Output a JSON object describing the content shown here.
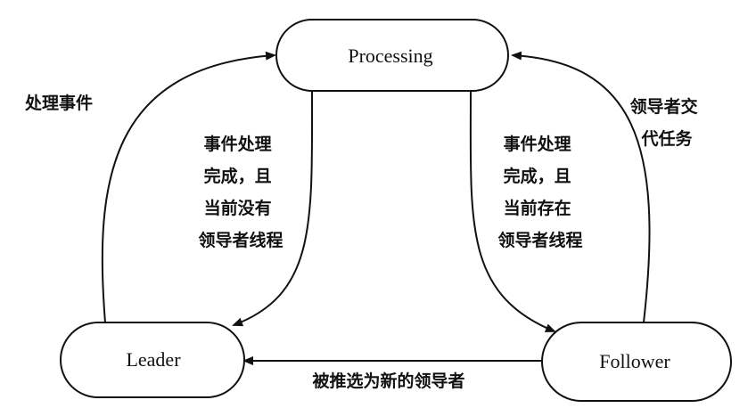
{
  "nodes": {
    "processing": {
      "label": "Processing"
    },
    "leader": {
      "label": "Leader"
    },
    "follower": {
      "label": "Follower"
    }
  },
  "edges": {
    "leader_to_processing": {
      "label": "处理事件"
    },
    "processing_to_leader": {
      "lines": [
        "事件处理",
        "完成，且",
        "当前没有",
        "领导者线程"
      ]
    },
    "processing_to_follower": {
      "lines": [
        "事件处理",
        "完成，且",
        "当前存在",
        "领导者线程"
      ]
    },
    "follower_to_processing": {
      "lines": [
        "领导者交",
        "代任务"
      ]
    },
    "follower_to_leader": {
      "label": "被推选为新的领导者"
    }
  },
  "colors": {
    "stroke": "#111111",
    "background": "#ffffff"
  }
}
